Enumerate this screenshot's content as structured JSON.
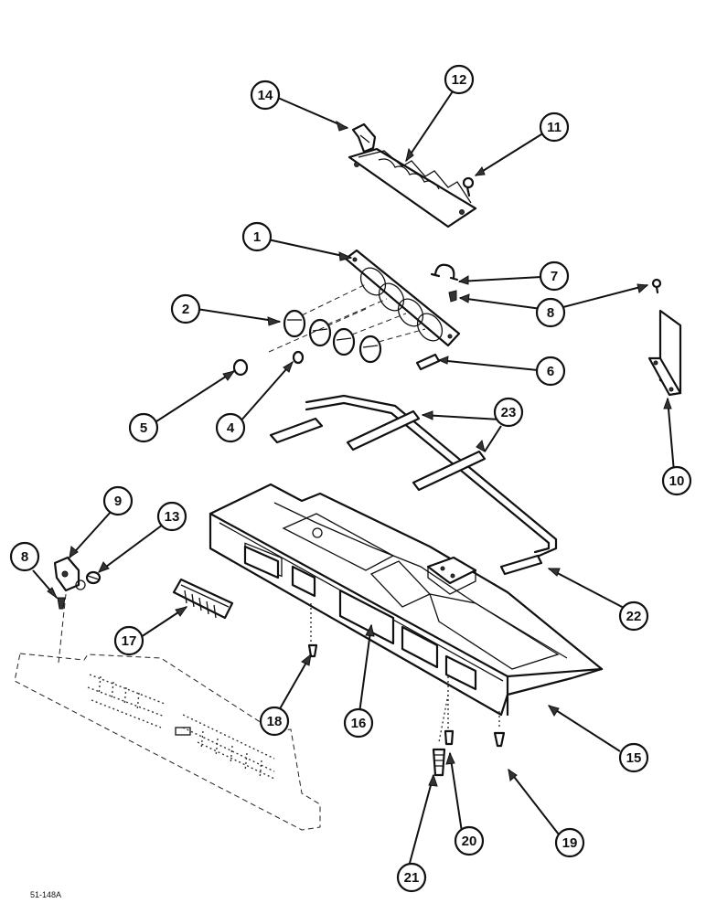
{
  "figure_code": "51-148A",
  "callouts": {
    "c1": "1",
    "c2": "2",
    "c4": "4",
    "c5": "5",
    "c6": "6",
    "c7": "7",
    "c8a": "8",
    "c8b": "8",
    "c9": "9",
    "c10": "10",
    "c11": "11",
    "c12": "12",
    "c13": "13",
    "c14": "14",
    "c15": "15",
    "c16": "16",
    "c17": "17",
    "c18": "18",
    "c19": "19",
    "c20": "20",
    "c21": "21",
    "c22": "22",
    "c23": "23"
  }
}
